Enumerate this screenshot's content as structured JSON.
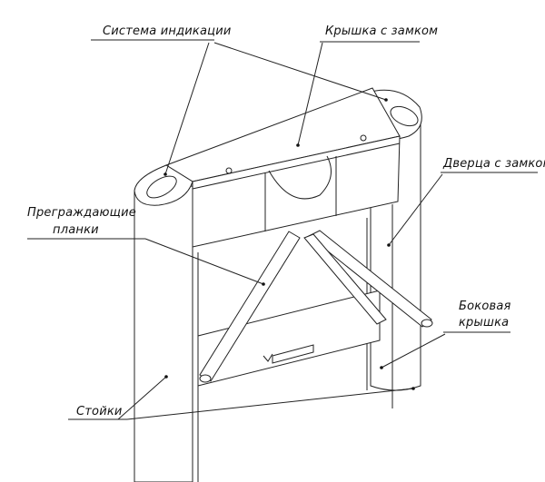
{
  "labels": {
    "indication_system": "Система индикации",
    "lid_with_lock": "Крышка с замком",
    "door_with_lock": "Дверца с замком",
    "barrier_bars_line1": "Преграждающие",
    "barrier_bars_line2": "планки",
    "side_cover_line1": "Боковая",
    "side_cover_line2": "крышка",
    "posts": "Стойки"
  }
}
